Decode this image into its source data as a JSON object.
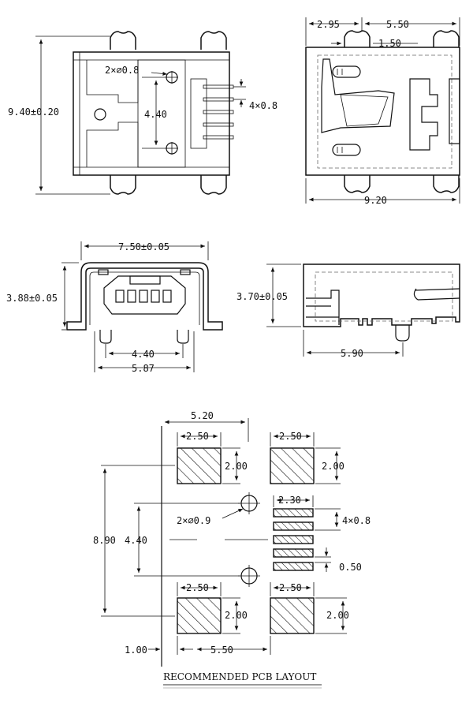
{
  "top_view": {
    "width_dim": "9.40±0.20",
    "hole_callout": "2×⌀0.8",
    "hole_spacing": "4.40",
    "pin_callout": "4×0.8"
  },
  "side_view_top": {
    "dim_a": "2.95",
    "dim_b": "5.50",
    "dim_c": "1.50",
    "length_dim": "9.20"
  },
  "front_view": {
    "width_dim": "7.50±0.05",
    "height_dim": "3.88±0.05",
    "peg_spacing": "4.40",
    "foot_span": "5.87"
  },
  "side_view_bottom": {
    "height_dim": "3.70±0.05",
    "depth_dim": "5.90"
  },
  "pcb_layout": {
    "overall_width": "5.20",
    "pad_width_top_left": "2.50",
    "pad_width_top_right": "2.50",
    "pad_height_top_left": "2.00",
    "pad_height_top_right": "2.00",
    "signal_pad_length": "2.30",
    "signal_pad_callout": "4×0.8",
    "signal_pitch": "0.50",
    "hole_callout": "2×⌀0.9",
    "hole_spacing": "4.40",
    "pad_row_spacing": "8.90",
    "pad_width_bottom_left": "2.50",
    "pad_width_bottom_right": "2.50",
    "pad_height_bottom_left": "2.00",
    "pad_height_bottom_right": "2.00",
    "edge_offset": "1.00",
    "pad_column_spacing": "5.50",
    "caption": "RECOMMENDED PCB LAYOUT"
  }
}
